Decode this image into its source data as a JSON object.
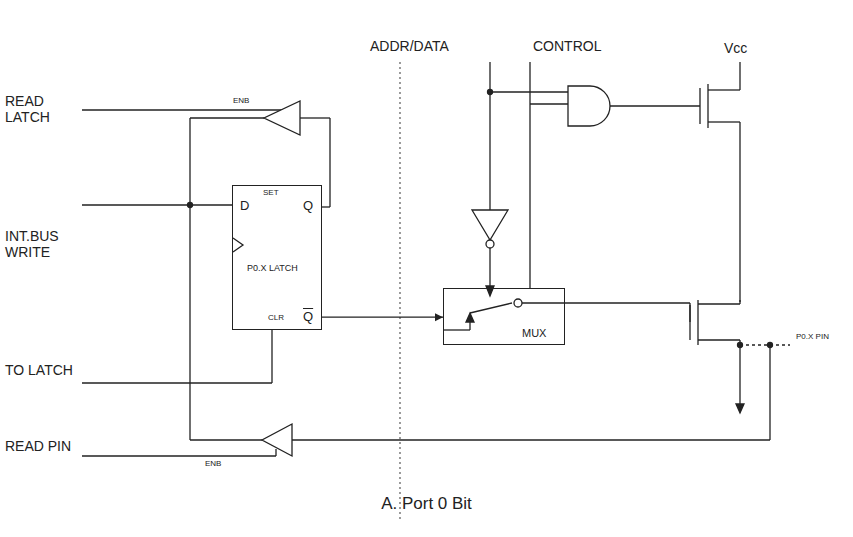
{
  "diagram": {
    "caption": "A. Port 0 Bit",
    "nodes": [
      {
        "text": [
          "D",
          "SET",
          "Q",
          "P0.X LATCH",
          "CLR",
          "Q"
        ]
      },
      {
        "text": [
          "MUX"
        ]
      }
    ],
    "edges": [
      {
        "from": 0,
        "to": 1,
        "arrow": "to"
      }
    ],
    "labels": [
      "READ LATCH",
      "ENB",
      "INT.BUS WRITE",
      "TO LATCH",
      "ENB",
      "READ PIN",
      "ADDR/DATA",
      "CONTROL",
      "Vcc",
      "P0.X PIN"
    ]
  }
}
